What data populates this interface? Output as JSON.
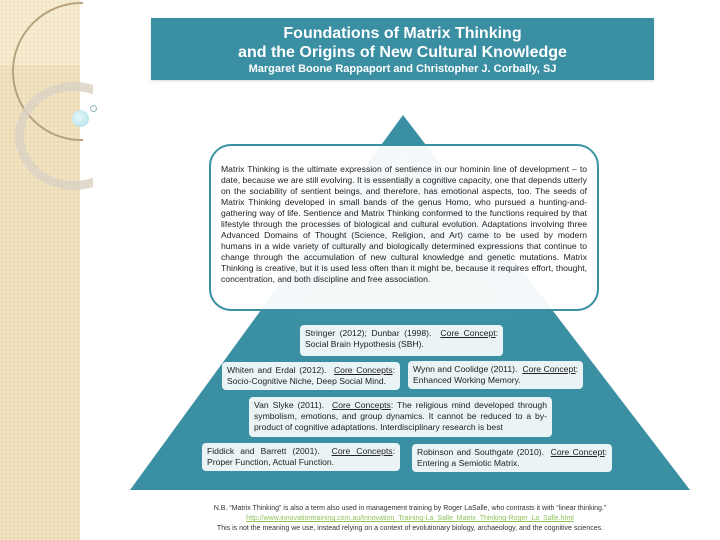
{
  "title": {
    "line1": "Foundations of Matrix Thinking",
    "line2": "and the Origins of New Cultural Knowledge",
    "authors": "Margaret Boone Rappaport and Christopher J. Corbally, SJ"
  },
  "colors": {
    "accent": "#3a8fa3",
    "note_bg": "#eaf3f6",
    "side_band": "#f1e2c0",
    "link": "#8fc25a"
  },
  "pyramid": {
    "apex_text": "Matrix Thinking is the ultimate expression of sentience in our hominin line of development – to date, because we are still evolving.  It is essentially a cognitive capacity, one that depends utterly on the sociability of sentient beings, and therefore, has emotional aspects, too.  The seeds of Matrix Thinking developed in small bands of the genus Homo, who pursued a hunting-and-gathering way of life.  Sentience and Matrix Thinking conformed to the functions required by that lifestyle through the processes of biological and cultural evolution.  Adaptations involving three Advanced Domains of Thought (Science, Religion, and Art) came to be used by modern humans in a wide variety of culturally and biologically determined expressions that continue to change through the accumulation of new cultural knowledge and genetic mutations.  Matrix Thinking is creative, but it is used less often than it might be, because it requires effort, thought, concentration, and both discipline and free association.",
    "notes": [
      {
        "citation": "Stringer (2012); Dunbar (1998).",
        "label": "Core Concept",
        "text": "Social Brain Hypothesis (SBH)."
      },
      {
        "citation": "Whiten and Erdal (2012).",
        "label": "Core Concepts",
        "text": "Socio-Cognitive Niche, Deep Social Mind."
      },
      {
        "citation": "Wynn and Coolidge (2011).",
        "label": "Core Concept",
        "text": "Enhanced Working Memory."
      },
      {
        "citation": "Van Slyke (2011).",
        "label": "Core Concepts",
        "text": "The religious mind developed through symbolism, emotions, and group dynamics.  It cannot be reduced to a by-product of cognitive adaptations.  Interdisciplinary research is best"
      },
      {
        "citation": "Fiddick and Barrett (2001).",
        "label": "Core Concepts",
        "text": "Proper Function, Actual Function."
      },
      {
        "citation": "Robinson and Southgate (2010).",
        "label": "Core Concept",
        "text": "Entering a Semiotic Matrix."
      }
    ]
  },
  "footer": {
    "line1": "N.B.  “Matrix Thinking” is also a term also used in management training by Roger LaSalle, who contrasts it with “linear thinking.”",
    "link": "http://www.innovationtraining.com.au/Innovation_Training-La_Salle_Matrix_Thinking-Roger_La_Salle.html",
    "line3": "This is not the meaning we use, instead relying on a context of evolutionary biology, archaeology, and the cognitive sciences."
  }
}
